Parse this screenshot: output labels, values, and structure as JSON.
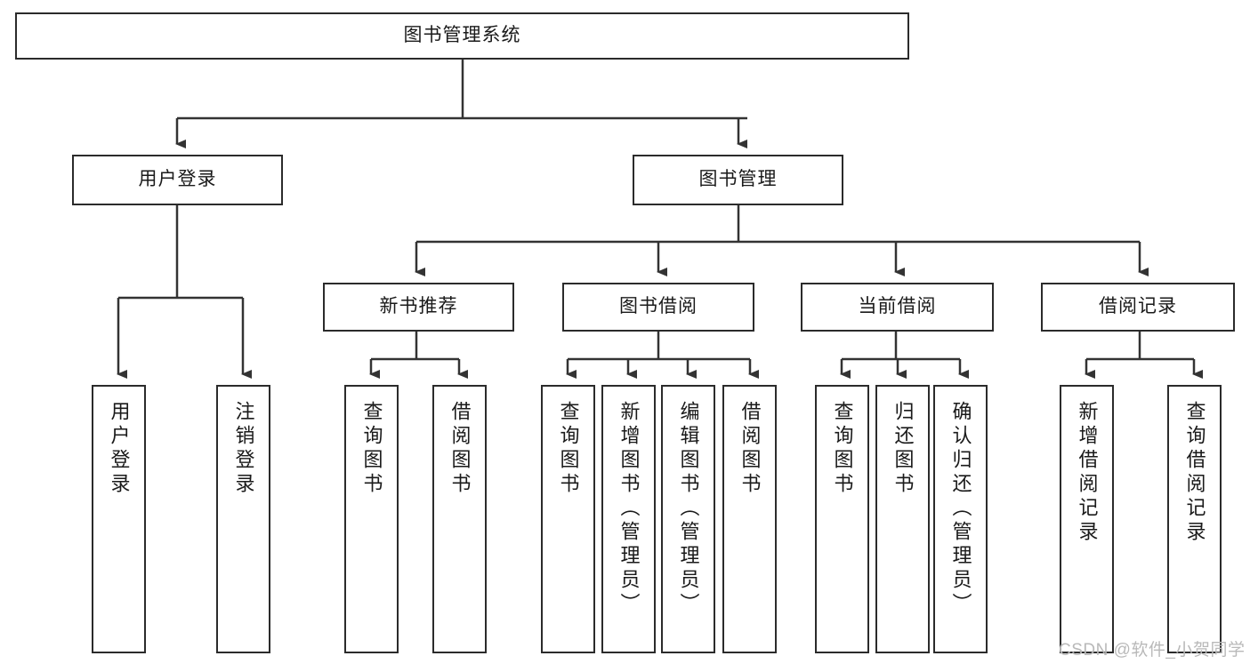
{
  "diagram": {
    "type": "tree-hierarchy",
    "title": "图书管理系统",
    "watermark": "CSDN @软件_小贺同学",
    "colors": {
      "background": "#ffffff",
      "box_border": "#2b2b2b",
      "box_fill": "#ffffff",
      "connector": "#333333",
      "text": "#1a1a1a",
      "watermark": "#b9b9b9"
    },
    "levels": {
      "root": "图书管理系统",
      "level2": [
        "用户登录",
        "图书管理"
      ],
      "level3": [
        "新书推荐",
        "图书借阅",
        "当前借阅",
        "借阅记录"
      ]
    },
    "nodes": {
      "root": {
        "label": "图书管理系统"
      },
      "user_login": {
        "label": "用户登录"
      },
      "book_manage": {
        "label": "图书管理"
      },
      "new_book_rec": {
        "label": "新书推荐"
      },
      "book_borrow": {
        "label": "图书借阅"
      },
      "current_borrow": {
        "label": "当前借阅"
      },
      "borrow_record": {
        "label": "借阅记录"
      },
      "leaf_user_login": {
        "label": "用户登录"
      },
      "leaf_logout": {
        "label": "注销登录"
      },
      "leaf_query_book_1": {
        "label": "查询图书"
      },
      "leaf_borrow_book_1": {
        "label": "借阅图书"
      },
      "leaf_query_book_2": {
        "label": "查询图书"
      },
      "leaf_add_book": {
        "label": "新增图书（管理员）"
      },
      "leaf_edit_book": {
        "label": "编辑图书（管理员）"
      },
      "leaf_borrow_book_2": {
        "label": "借阅图书"
      },
      "leaf_query_book_3": {
        "label": "查询图书"
      },
      "leaf_return_book": {
        "label": "归还图书"
      },
      "leaf_confirm_return": {
        "label": "确认归还（管理员）"
      },
      "leaf_add_record": {
        "label": "新增借阅记录"
      },
      "leaf_query_record": {
        "label": "查询借阅记录"
      }
    },
    "groups": [
      {
        "parent": "用户登录",
        "children": [
          "用户登录",
          "注销登录"
        ]
      },
      {
        "parent": "新书推荐",
        "children": [
          "查询图书",
          "借阅图书"
        ]
      },
      {
        "parent": "图书借阅",
        "children": [
          "查询图书",
          "新增图书（管理员）",
          "编辑图书（管理员）",
          "借阅图书"
        ]
      },
      {
        "parent": "当前借阅",
        "children": [
          "查询图书",
          "归还图书",
          "确认归还（管理员）"
        ]
      },
      {
        "parent": "借阅记录",
        "children": [
          "新增借阅记录",
          "查询借阅记录"
        ]
      }
    ]
  }
}
